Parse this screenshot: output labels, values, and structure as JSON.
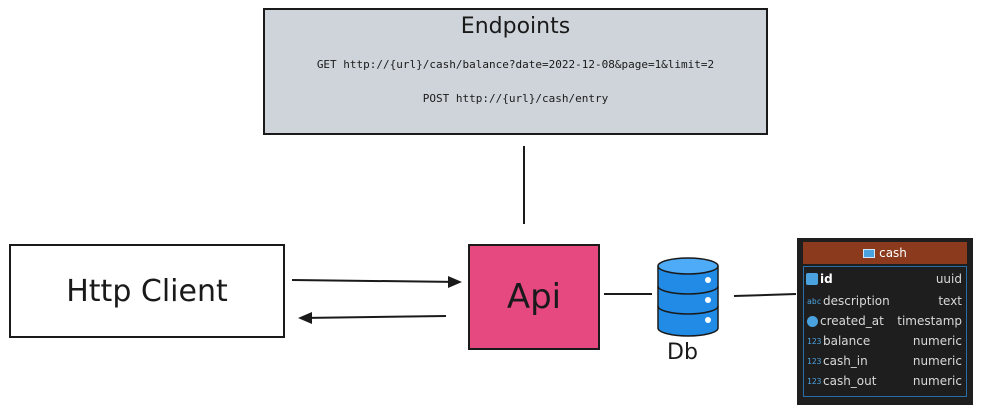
{
  "endpoints": {
    "title": "Endpoints",
    "items": [
      "GET http://{url}/cash/balance?date=2022-12-08&page=1&limit=2",
      "POST http://{url}/cash/entry"
    ]
  },
  "client": {
    "label": "Http Client"
  },
  "api": {
    "label": "Api",
    "color": "#e64980"
  },
  "db": {
    "label": "Db",
    "color": "#228be6"
  },
  "table": {
    "name": "cash",
    "header_color": "#8b3a1e",
    "columns": [
      {
        "name": "id",
        "type": "uuid",
        "icon": "primary-key-icon"
      },
      {
        "name": "description",
        "type": "text",
        "icon": "abc"
      },
      {
        "name": "created_at",
        "type": "timestamp",
        "icon": "clock-icon"
      },
      {
        "name": "balance",
        "type": "numeric",
        "icon": "123"
      },
      {
        "name": "cash_in",
        "type": "numeric",
        "icon": "123"
      },
      {
        "name": "cash_out",
        "type": "numeric",
        "icon": "123"
      }
    ]
  }
}
